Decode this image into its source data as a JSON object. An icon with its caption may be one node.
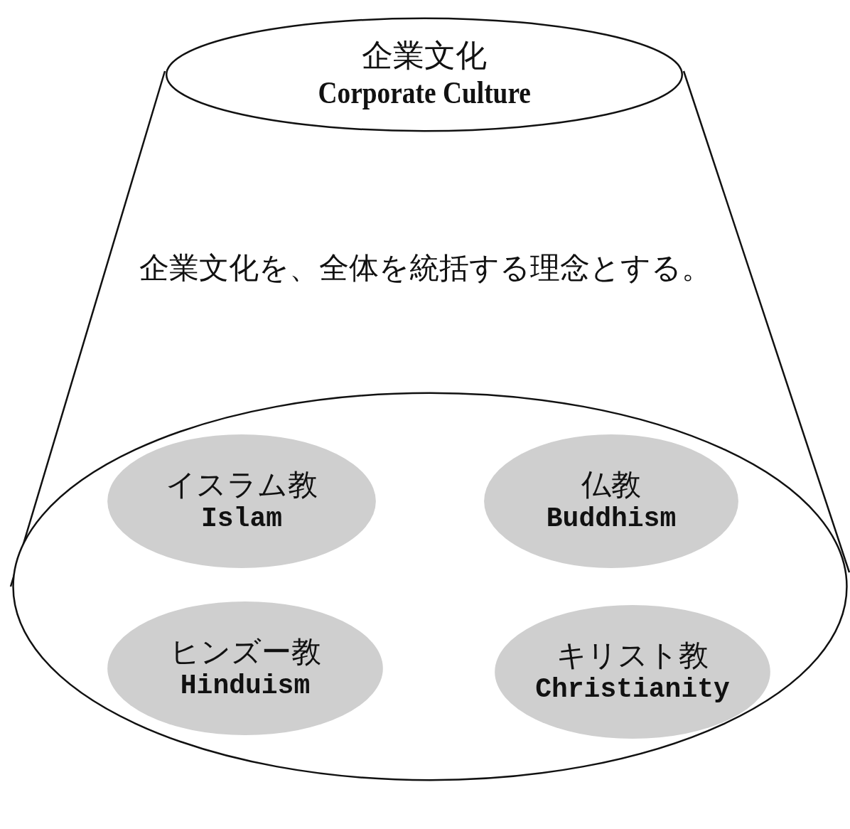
{
  "diagram": {
    "nodes": [
      {
        "text": [
          "企業文化を、全体を統括する理念とする。"
        ]
      },
      {
        "text": [
          "企業文化",
          "Corporate Culture"
        ],
        "in": 0
      },
      {
        "text": [],
        "shape": "ellipse",
        "in": 0
      },
      {
        "text": [
          "イスラム教",
          "Islam"
        ],
        "in": 2
      },
      {
        "text": [
          "仏教",
          "Buddhism"
        ],
        "in": 2
      },
      {
        "text": [
          "ヒンズー教",
          "Hinduism"
        ],
        "in": 2
      },
      {
        "text": [
          "キリスト教",
          "Christianity"
        ],
        "in": 2
      }
    ]
  }
}
